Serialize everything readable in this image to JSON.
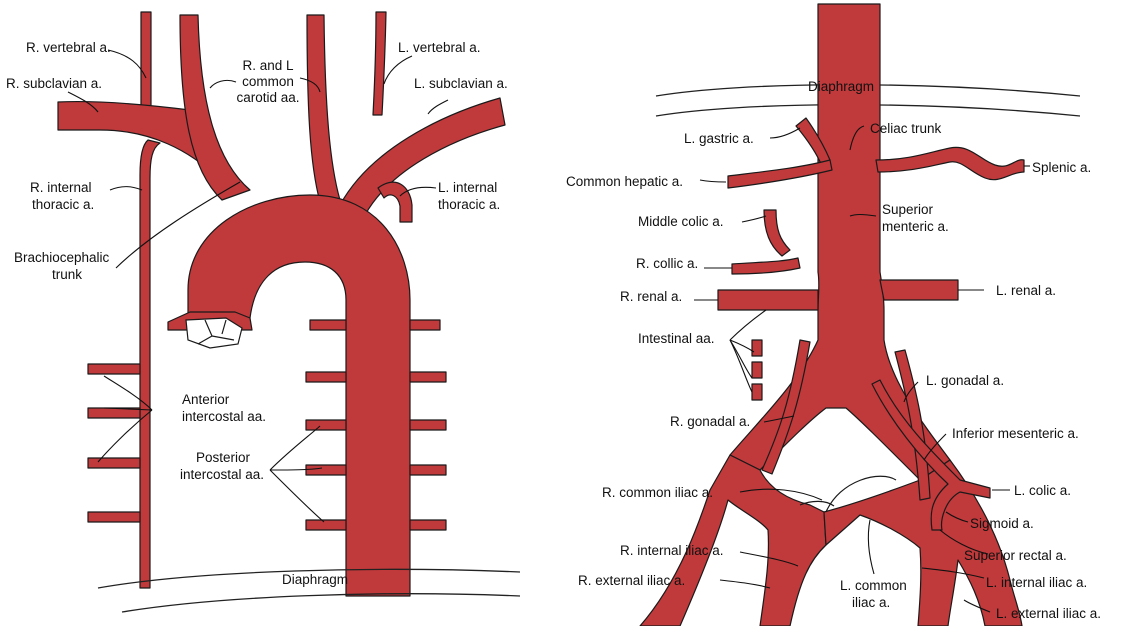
{
  "colors": {
    "vessel": "#c0393b",
    "outline": "#1a1a1a"
  },
  "thorax": {
    "r_vertebral": "R. vertebral a.",
    "r_subclavian": "R. subclavian a.",
    "common_carotid": [
      "R. and L",
      "common",
      "carotid aa."
    ],
    "l_vertebral": "L. vertebral a.",
    "l_subclavian": "L. subclavian a.",
    "r_internal_thoracic": [
      "R. internal",
      "thoracic a."
    ],
    "l_internal_thoracic": [
      "L. internal",
      "thoracic a."
    ],
    "brachiocephalic": [
      "Brachiocephalic",
      "trunk"
    ],
    "anterior_intercostal": [
      "Anterior",
      "intercostal aa."
    ],
    "posterior_intercostal": [
      "Posterior",
      "intercostal aa."
    ],
    "diaphragm": "Diaphragm"
  },
  "abdomen": {
    "diaphragm": "Diaphragm",
    "l_gastric": "L. gastric a.",
    "celiac": "Celiac trunk",
    "common_hepatic": "Common hepatic a.",
    "splenic": "Splenic a.",
    "middle_colic": "Middle colic a.",
    "superior_mesenteric": [
      "Superior",
      "menteric a."
    ],
    "r_colic": "R. collic a.",
    "r_renal": "R. renal a.",
    "l_renal": "L. renal a.",
    "intestinal": "Intestinal aa.",
    "l_gonadal": "L. gonadal a.",
    "r_gonadal": "R. gonadal a.",
    "inferior_mesenteric": "Inferior mesenteric a.",
    "r_common_iliac": "R. common iliac a.",
    "l_colic": "L. colic a.",
    "sigmoid": "Sigmoid a.",
    "superior_rectal": "Superior rectal a.",
    "r_internal_iliac": "R. internal iliac a.",
    "l_common_iliac": [
      "L. common",
      "iliac a."
    ],
    "l_internal_iliac": "L. internal iliac a.",
    "r_external_iliac": "R. external iliac a.",
    "l_external_iliac": "L. external iliac a."
  }
}
